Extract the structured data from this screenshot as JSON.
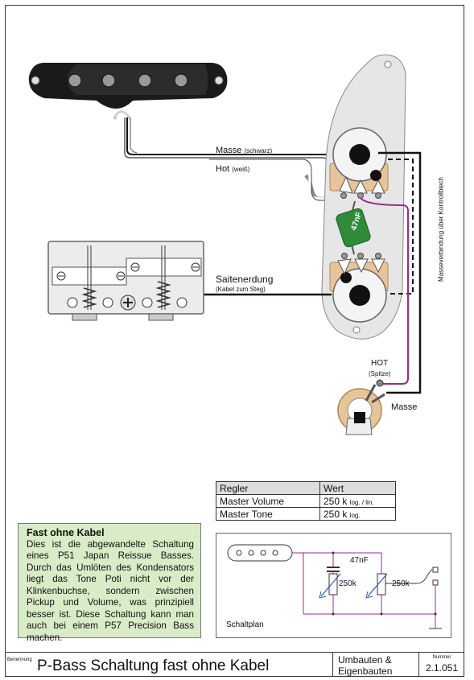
{
  "diagram": {
    "labels": {
      "masse_top": "Masse",
      "masse_top_note": "(schwarz)",
      "hot_top": "Hot",
      "hot_top_note": "(weiß)",
      "capacitor": "47nF",
      "saitenerdung": "Saitenerdung",
      "saitenerdung_note": "(Kabel zum Steg)",
      "masseverbindung": "Masseverbindung über Kontrollblech",
      "jack_hot": "HOT",
      "jack_hot_note": "(Spitze)",
      "jack_masse": "Masse"
    },
    "colors": {
      "wire_black": "#111111",
      "wire_hot": "#9c2a8f",
      "capacitor_green": "#2e8b3a",
      "control_plate": "#e6e6e6",
      "background": "#ffffff"
    }
  },
  "table": {
    "headers": [
      "Regler",
      "Wert"
    ],
    "rows": [
      {
        "name": "Master Volume",
        "value": "250 k",
        "note": "log. / lin."
      },
      {
        "name": "Master Tone",
        "value": "250 k",
        "note": "log."
      }
    ]
  },
  "info": {
    "title": "Fast ohne Kabel",
    "text": "Dies ist die abgewandelte Schaltung eines P51 Japan Reissue Basses. Durch das Umlöten des Kondensators liegt das Tone Poti nicht vor der Klinkenbuchse, sondern zwischen Pickup und Volume, was prinzipiell besser ist. Diese Schaltung kann man auch bei einem P57 Precision Bass machen."
  },
  "schematic": {
    "title": "Schaltplan",
    "cap": "47nF",
    "pot1": "250k",
    "pot2": "250k"
  },
  "footer": {
    "benennung_label": "Benennung",
    "title": "P-Bass Schaltung fast ohne Kabel",
    "category": "Umbauten & Eigenbauten",
    "nummer_label": "Nummer",
    "nummer": "2.1.051"
  }
}
